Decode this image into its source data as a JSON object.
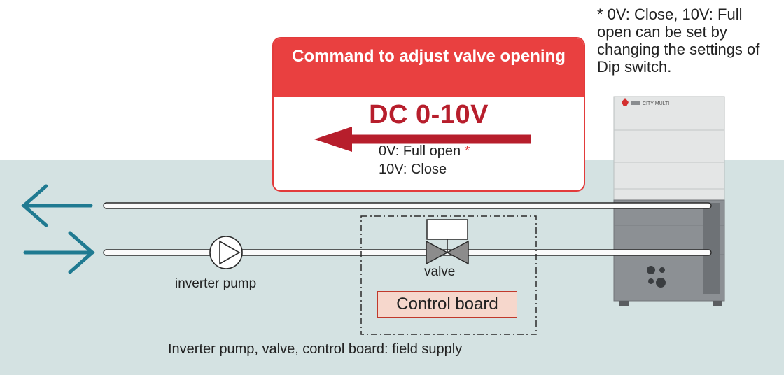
{
  "note": {
    "text": "* 0V: Close, 10V: Full open can be set by changing the settings of Dip switch."
  },
  "callout": {
    "title": "Command to adjust valve opening",
    "signal": "DC 0-10V",
    "line1": "0V: Full open",
    "line1_star": "*",
    "line2": "10V: Close"
  },
  "labels": {
    "pump": "inverter pump",
    "valve": "valve",
    "control_board": "Control board",
    "field_supply": "Inverter pump, valve, control board: field supply"
  },
  "outdoor_unit": {
    "logo_text": "CITY MULTI"
  },
  "colors": {
    "band": "#d4e2e2",
    "callout_red": "#e94040",
    "signal_red": "#b71e2c",
    "flow_arrow": "#1f7a91",
    "board_fill": "#f6d7cc"
  }
}
